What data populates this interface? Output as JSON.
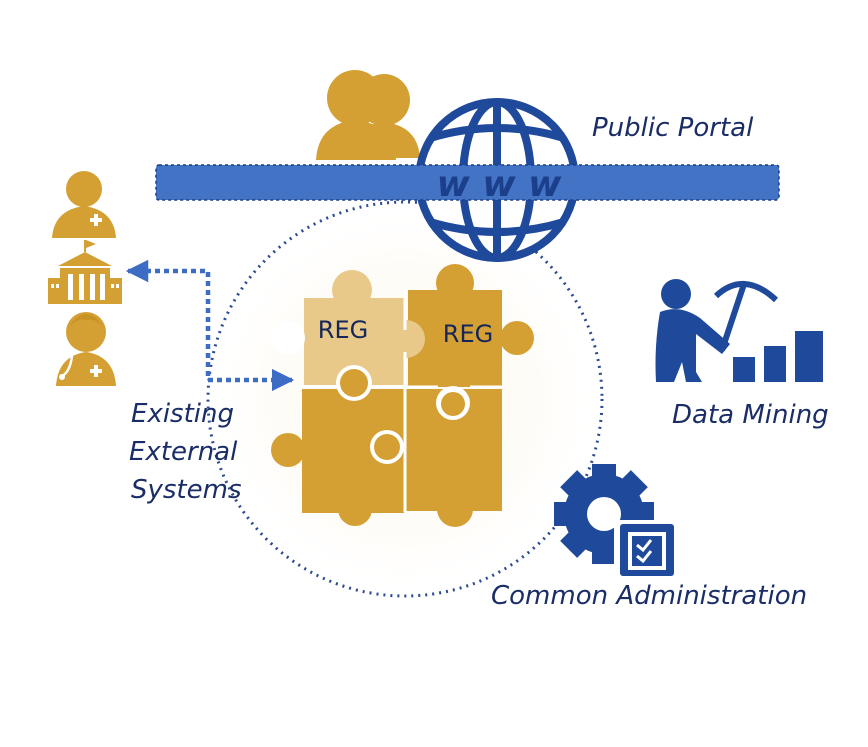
{
  "labels": {
    "public_portal": "Public Portal",
    "data_mining": "Data Mining",
    "existing_external_systems": [
      "Existing",
      "External",
      "Systems"
    ],
    "common_administration": "Common Administration",
    "globe_text": "w w w",
    "puzzle_piece_1": "REG",
    "puzzle_piece_2": "REG"
  },
  "icons": {
    "users": "users-icon",
    "globe": "globe-icon",
    "doctor": "doctor-icon",
    "hospital": "hospital-icon",
    "nurse": "nurse-icon",
    "miner": "miner-icon",
    "bar_chart": "bar-chart-icon",
    "gear": "gear-icon",
    "checklist": "checklist-icon",
    "puzzle": "puzzle-icon"
  },
  "colors": {
    "gold": "#D4A033",
    "gold_light": "#E8C98A",
    "gold_dark": "#C99224",
    "blue": "#2F5FB3",
    "portal_bar": "#4373C4",
    "navy": "#1F4A9C",
    "label_text": "#1A2D66"
  }
}
